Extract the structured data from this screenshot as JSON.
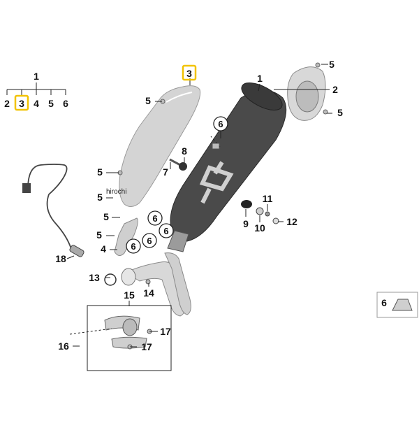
{
  "watermark": "hirochi",
  "colors": {
    "highlight": "#f2c300",
    "muffler": "#4a4a4a",
    "metal": "#cfcfcf",
    "pipe": "#d8d8d8"
  },
  "tree": {
    "root": "1",
    "children": [
      "2",
      "3",
      "4",
      "5",
      "6"
    ],
    "highlighted": "3"
  },
  "callouts": {
    "c1": "1",
    "c2": "2",
    "c3": "3",
    "c4": "4",
    "c5a": "5",
    "c5b": "5",
    "c5c": "5",
    "c5d": "5",
    "c5e": "5",
    "c5f": "5",
    "c5g": "5",
    "c6a": "6",
    "c6b": "6",
    "c6c": "6",
    "c6d": "6",
    "c6e": "6",
    "c7": "7",
    "c8": "8",
    "c9": "9",
    "c10": "10",
    "c11": "11",
    "c12": "12",
    "c13": "13",
    "c14": "14",
    "c15": "15",
    "c16": "16",
    "c17a": "17",
    "c17b": "17",
    "c18": "18"
  },
  "legend_box": {
    "label": "6",
    "icon": "speed-nut-icon"
  }
}
